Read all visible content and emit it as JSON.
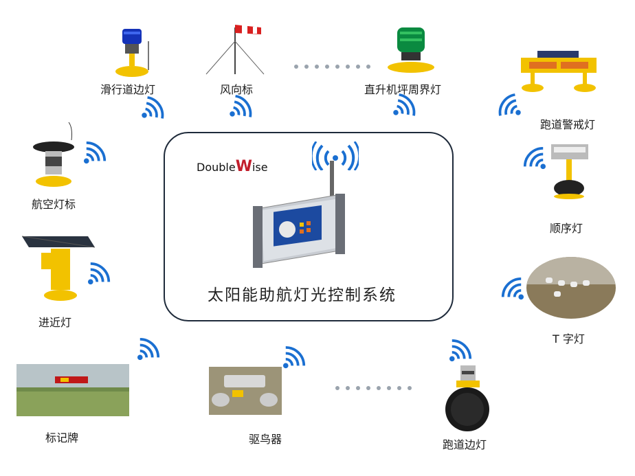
{
  "center": {
    "brand_prefix": "Double",
    "brand_mark": "W",
    "brand_suffix": "ise",
    "title": "太阳能助航灯光控制系统"
  },
  "devices": {
    "taxiway_edge_light": "滑行道边灯",
    "windsock": "风向标",
    "heliport_perimeter_light": "直升机坪周界灯",
    "runway_guard_light": "跑道警戒灯",
    "obstruction_light": "航空灯标",
    "sequenced_flashing_light": "顺序灯",
    "approach_light": "进近灯",
    "t_light": "T 字灯",
    "sign_board": "标记牌",
    "bird_repeller": "驱鸟器",
    "runway_edge_light": "跑道边灯"
  },
  "colors": {
    "wifi_blue": "#1a6fd1",
    "frame": "#1e2a3a",
    "brand_red": "#c21e2c",
    "light_yellow": "#f2c200"
  }
}
